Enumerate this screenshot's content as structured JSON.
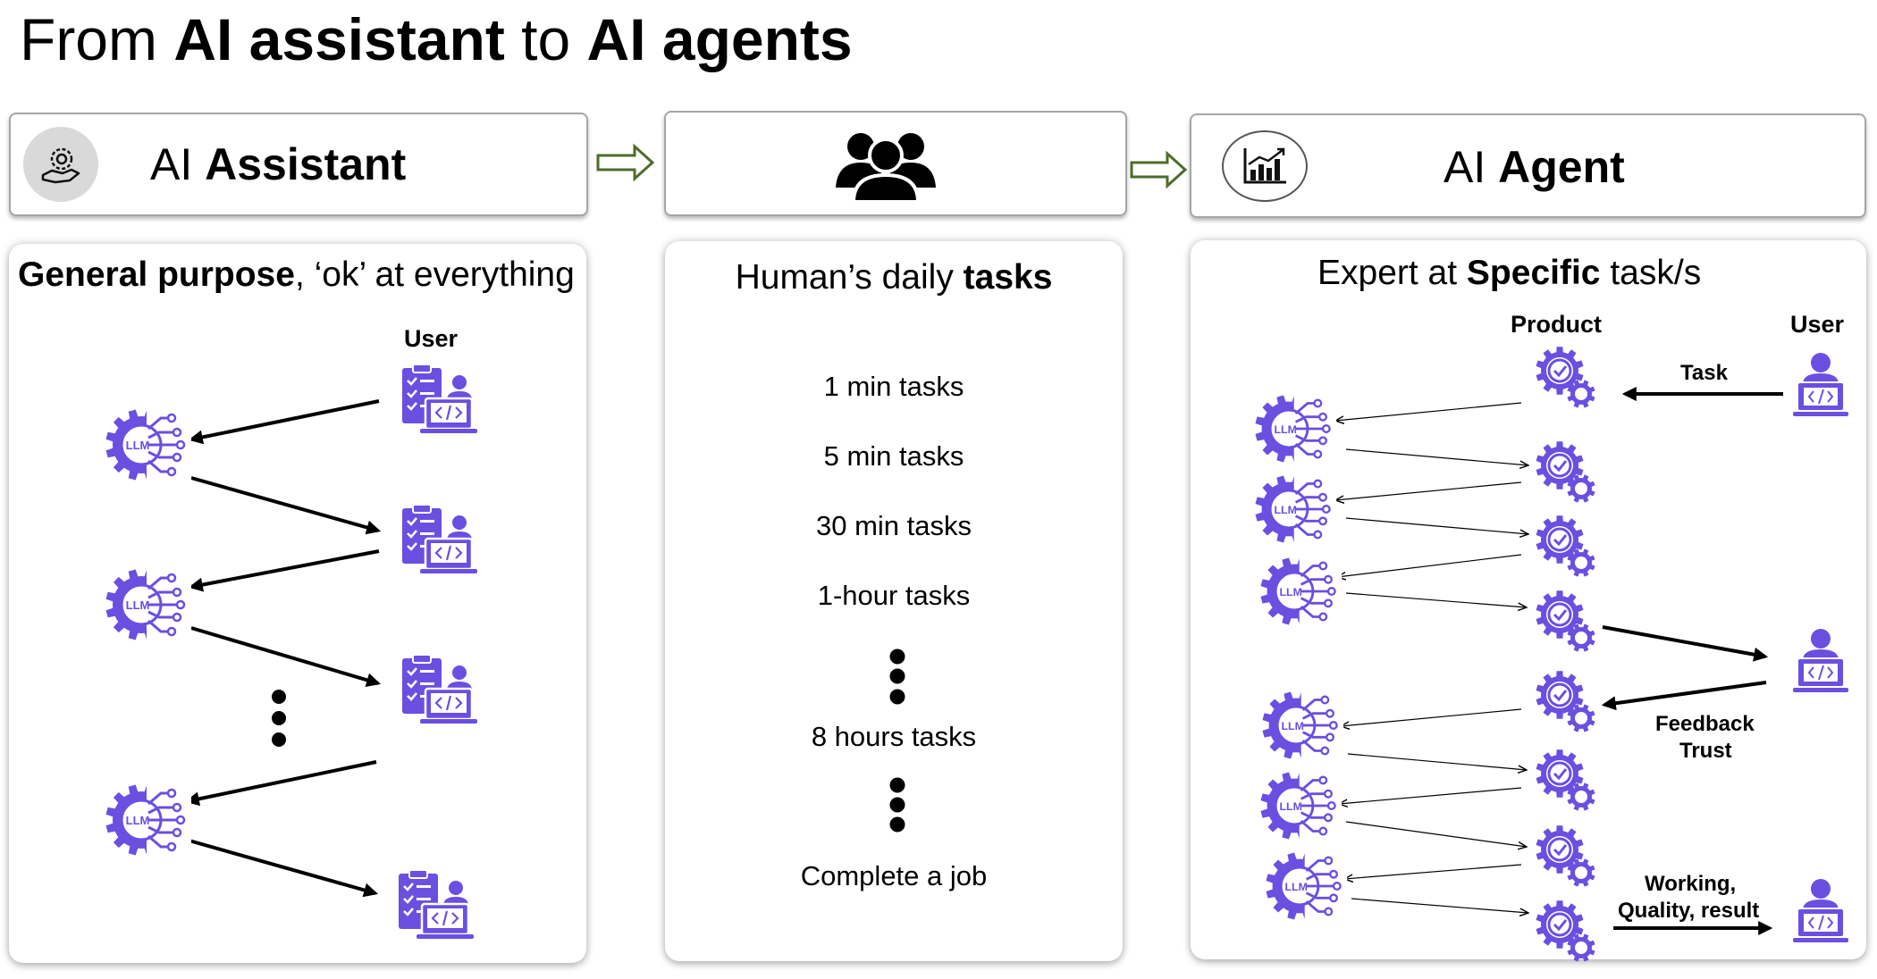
{
  "title": {
    "part1": "From ",
    "bold1": "AI assistant",
    "part2": " to ",
    "bold2": "AI agents"
  },
  "headers": {
    "assistant": {
      "prefix": "AI ",
      "bold": "Assistant",
      "icon": "ai-hand-gear-icon"
    },
    "middle": {
      "icon": "people-group-icon"
    },
    "agent": {
      "prefix": "AI ",
      "bold": "Agent",
      "icon": "bar-chart-icon"
    }
  },
  "panel_assistant": {
    "title_bold": "General purpose",
    "title_rest": ", ‘ok’ at everything",
    "user_label": "User",
    "llm_label": "LLM"
  },
  "panel_middle": {
    "title_prefix": "Human’s daily ",
    "title_bold": "tasks",
    "tasks": [
      "1 min tasks",
      "5 min tasks",
      "30 min tasks",
      "1-hour tasks",
      "8 hours tasks",
      "Complete a job"
    ]
  },
  "panel_agent": {
    "title_prefix": "Expert at ",
    "title_bold": "Specific",
    "title_suffix": " task/s",
    "product_label": "Product",
    "user_label": "User",
    "task_label": "Task",
    "feedback_label": "Feedback",
    "trust_label": "Trust",
    "working_label": "Working,",
    "quality_label": "Quality, result",
    "llm_label": "LLM"
  },
  "colors": {
    "icon_purple": "#6a4fe0",
    "border_gray": "#a6a6a6",
    "arrow_green": "#4e6b2a",
    "circle_fill": "#d9d9d9"
  }
}
